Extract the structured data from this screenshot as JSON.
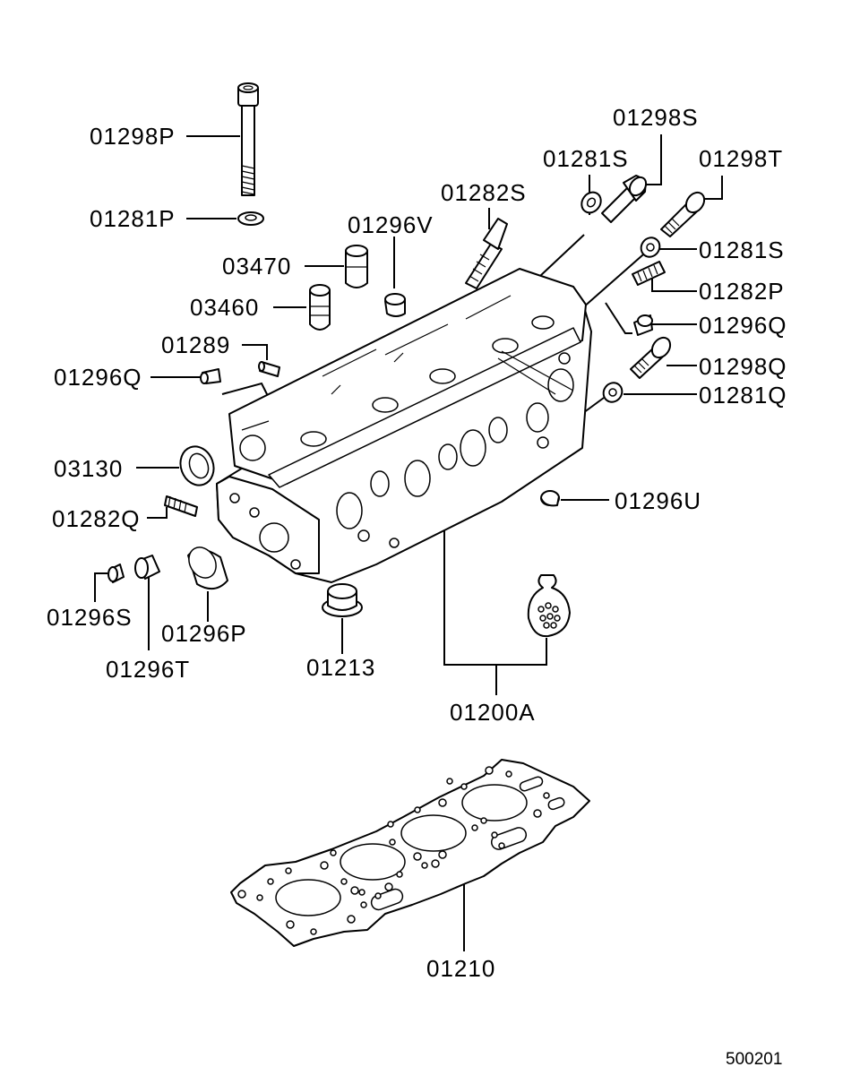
{
  "parts": {
    "p01298P": "01298P",
    "p01281P": "01281P",
    "p03470": "03470",
    "p01296V": "01296V",
    "p03460": "03460",
    "p01282S": "01282S",
    "p01281S_top": "01281S",
    "p01298S": "01298S",
    "p01298T": "01298T",
    "p01281S_right": "01281S",
    "p01282P": "01282P",
    "p01296Q_right": "01296Q",
    "p01298Q": "01298Q",
    "p01281Q": "01281Q",
    "p01289": "01289",
    "p01296Q_left": "01296Q",
    "p03130": "03130",
    "p01282Q": "01282Q",
    "p01296U": "01296U",
    "p01296S": "01296S",
    "p01296T": "01296T",
    "p01296P": "01296P",
    "p01213": "01213",
    "p01200A": "01200A",
    "p01210": "01210"
  },
  "diagram_code": "500201",
  "colors": {
    "line": "#000000",
    "background": "#ffffff"
  }
}
